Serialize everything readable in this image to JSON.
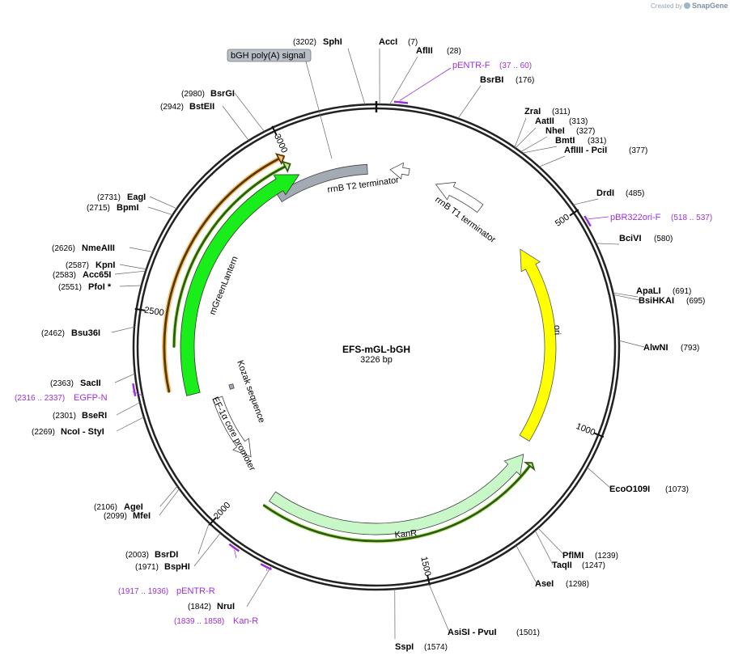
{
  "plasmid": {
    "name": "EFS-mGL-bGH",
    "size": "3226 bp",
    "length": 3226
  },
  "credit": {
    "prefix": "Created by",
    "brand": "SnapGene"
  },
  "sites": [
    {
      "name": "SphI",
      "pos": "(3202)",
      "bp": 3202
    },
    {
      "name": "AccI",
      "pos": "(7)",
      "bp": 7
    },
    {
      "name": "AflII",
      "pos": "(28)",
      "bp": 28
    },
    {
      "name": "BsrBI",
      "pos": "(176)",
      "bp": 176
    },
    {
      "name": "ZraI",
      "pos": "(311)",
      "bp": 311
    },
    {
      "name": "AatII",
      "pos": "(313)",
      "bp": 313
    },
    {
      "name": "NheI",
      "pos": "(327)",
      "bp": 327
    },
    {
      "name": "BmtI",
      "pos": "(331)",
      "bp": 331
    },
    {
      "name": "AflIII  - PciI",
      "pos": "(377)",
      "bp": 377
    },
    {
      "name": "DrdI",
      "pos": "(485)",
      "bp": 485
    },
    {
      "name": "BciVI",
      "pos": "(580)",
      "bp": 580
    },
    {
      "name": "ApaLI",
      "pos": "(691)",
      "bp": 691
    },
    {
      "name": "BsiHKAI",
      "pos": "(695)",
      "bp": 695
    },
    {
      "name": "AlwNI",
      "pos": "(793)",
      "bp": 793
    },
    {
      "name": "EcoO109I",
      "pos": "(1073)",
      "bp": 1073
    },
    {
      "name": "PflMI",
      "pos": "(1239)",
      "bp": 1239
    },
    {
      "name": "TaqII",
      "pos": "(1247)",
      "bp": 1247
    },
    {
      "name": "AseI",
      "pos": "(1298)",
      "bp": 1298
    },
    {
      "name": "AsiSI  - PvuI",
      "pos": "(1501)",
      "bp": 1501
    },
    {
      "name": "SspI",
      "pos": "(1574)",
      "bp": 1574
    },
    {
      "name": "NruI",
      "pos": "(1842)",
      "bp": 1842
    },
    {
      "name": "BspHI",
      "pos": "(1971)",
      "bp": 1971
    },
    {
      "name": "BsrDI",
      "pos": "(2003)",
      "bp": 2003
    },
    {
      "name": "MfeI",
      "pos": "(2099)",
      "bp": 2099
    },
    {
      "name": "AgeI",
      "pos": "(2106)",
      "bp": 2106
    },
    {
      "name": "NcoI  - StyI",
      "pos": "(2269)",
      "bp": 2269
    },
    {
      "name": "BseRI",
      "pos": "(2301)",
      "bp": 2301
    },
    {
      "name": "SacII",
      "pos": "(2363)",
      "bp": 2363
    },
    {
      "name": "Bsu36I",
      "pos": "(2462)",
      "bp": 2462
    },
    {
      "name": "PfoI *",
      "pos": "(2551)",
      "bp": 2551
    },
    {
      "name": "Acc65I",
      "pos": "(2583)",
      "bp": 2583
    },
    {
      "name": "KpnI",
      "pos": "(2587)",
      "bp": 2587
    },
    {
      "name": "NmeAIII",
      "pos": "(2626)",
      "bp": 2626
    },
    {
      "name": "BpmI",
      "pos": "(2715)",
      "bp": 2715
    },
    {
      "name": "EagI",
      "pos": "(2731)",
      "bp": 2731
    },
    {
      "name": "BstEII",
      "pos": "(2942)",
      "bp": 2942
    },
    {
      "name": "BsrGI",
      "pos": "(2980)",
      "bp": 2980
    }
  ],
  "primers": [
    {
      "name": "pENTR-F",
      "range": "(37 .. 60)",
      "start": 37,
      "end": 60
    },
    {
      "name": "pBR322ori-F",
      "range": "(518 .. 537)",
      "start": 518,
      "end": 537
    },
    {
      "name": "pENTR-R",
      "range": "(1917 .. 1936)",
      "start": 1917,
      "end": 1936
    },
    {
      "name": "Kan-R",
      "range": "(1839 .. 1858)",
      "start": 1839,
      "end": 1858
    },
    {
      "name": "EGFP-N",
      "range": "(2316 .. 2337)",
      "start": 2316,
      "end": 2337
    }
  ],
  "features": [
    {
      "name": "rrnB T2 terminator",
      "color": "#a3aab3"
    },
    {
      "name": "rrnB T1 terminator",
      "color": "#ffffff"
    },
    {
      "name": "ori",
      "color": "#ffff00"
    },
    {
      "name": "KanR",
      "color": "#c8f7c8"
    },
    {
      "name": "EF-1α core promoter",
      "color": "#ffffff"
    },
    {
      "name": "Kozak sequence",
      "color": "#a3aab3"
    },
    {
      "name": "mGreenLantern",
      "color": "#1aee1a"
    }
  ],
  "tooltip": {
    "label": "bGH poly(A) signal"
  },
  "ticks": [
    {
      "label": "500",
      "bp": 500
    },
    {
      "label": "1000",
      "bp": 1000
    },
    {
      "label": "1500",
      "bp": 1500
    },
    {
      "label": "2000",
      "bp": 2000
    },
    {
      "label": "2500",
      "bp": 2500
    },
    {
      "label": "3000",
      "bp": 3000
    }
  ]
}
